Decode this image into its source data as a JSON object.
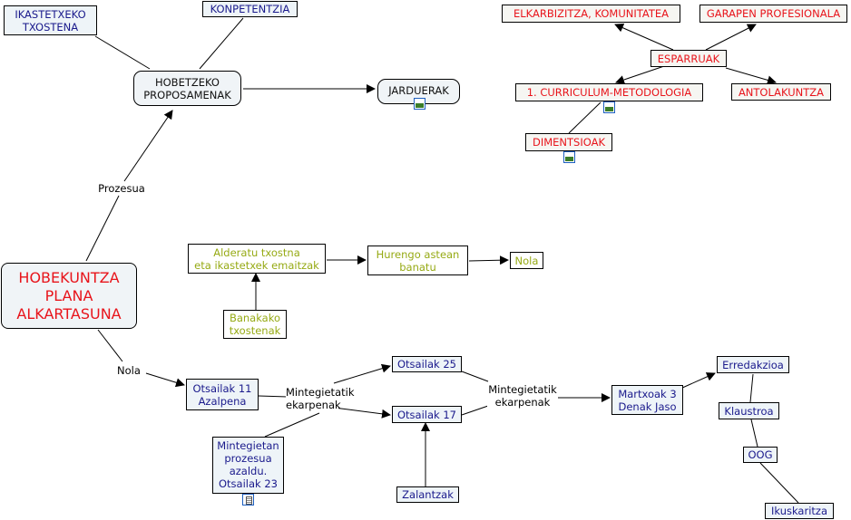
{
  "nodes": {
    "main": "HOBEKUNTZA\nPLANA\nALKARTASUNA",
    "ikastetxeko_txostena": "IKASTETXEKO\nTXOSTENA",
    "konpetentzia": "KONPETENTZIA",
    "hobetzeko_proposamenak": "HOBETZEKO\nPROPOSAMENAK",
    "jarduerak": "JARDUERAK",
    "elkarbizitza": "ELKARBIZITZA, KOMUNITATEA",
    "garapen_profesionala": "GARAPEN PROFESIONALA",
    "esparruak": "ESPARRUAK",
    "curriculum": "1. CURRICULUM-METODOLOGIA",
    "antolakuntza": "ANTOLAKUNTZA",
    "dimentsioak": "DIMENTSIOAK",
    "alderatu": "Alderatu txostna\neta ikastetxek emaitzak",
    "hurengo": "Hurengo astean\nbanatu",
    "nola_olive": "Nola",
    "banakako": "Banakako\ntxostenak",
    "otsailak_11": "Otsailak 11\nAzalpena",
    "otsailak_25": "Otsailak 25",
    "otsailak_17": "Otsailak 17",
    "mintegietan": "Mintegietan\nprozesua\nazaldu.\nOtsailak 23",
    "zalantzak": "Zalantzak",
    "martxoak": "Martxoak 3\nDenak Jaso",
    "erredakzioa": "Erredakzioa",
    "klaustroa": "Klaustroa",
    "oog": "OOG",
    "ikuskaritza": "Ikuskaritza"
  },
  "labels": {
    "prozesua": "Prozesua",
    "nola": "Nola",
    "mintegietatik_1": "Mintegietatik\nekarpenak",
    "mintegietatik_2": "Mintegietatik\nekarpenak"
  },
  "icons": {
    "jarduerak_resource": "image-icon",
    "curriculum_resource": "image-icon",
    "dimentsioak_resource": "image-icon",
    "mintegietan_resource": "document-icon"
  },
  "colors": {
    "blue_text": "#1a1a8c",
    "red_text": "#e8141b",
    "olive_text": "#96aa14",
    "line": "#000000"
  }
}
